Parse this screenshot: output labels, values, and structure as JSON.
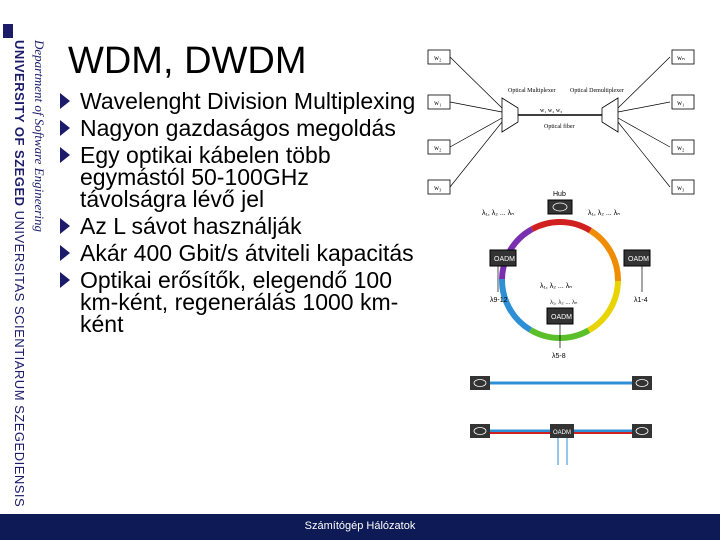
{
  "sidebar": {
    "university_bold": "UNIVERSITY OF SZEGED",
    "university_rest": " UNIVERSITAS SCIENTIARUM SZEGEDIENSIS",
    "department": "Department of Software Engineering"
  },
  "slide": {
    "title": "WDM, DWDM",
    "bullets": [
      "Wavelenght Division Multiplexing",
      "Nagyon gazdaságos megoldás",
      "Egy optikai kábelen több egymástól 50-100GHz távolságra lévő jel",
      "Az L sávot használják",
      "Akár 400 Gbit/s átviteli kapacitás",
      "Optikai erősítők, elegendő 100 km-ként, regenerálás 1000 km-ként"
    ]
  },
  "diagram": {
    "left_channels": [
      "w₂",
      "w₁",
      "w₂",
      "w₃"
    ],
    "right_channels": [
      "wₙ",
      "w₁",
      "w₂",
      "w₃"
    ],
    "mux_label": "Optical Multiplexer",
    "demux_label": "Optical Demultiplexer",
    "fiber_label": "Optical fiber",
    "fiber_lambdas": "w₁ w₂ w₃",
    "hub_label": "Hub",
    "oadm_label": "OADM",
    "ring_labels": [
      "λ₁, λ₂ ... λₙ",
      "λ₁, λ₂ ... λₙ",
      "λ₁, λ₂ ... λₙ",
      "λ₁, λ₂ ... λₙ"
    ],
    "drop_labels": [
      "λ9-12",
      "λ1-4",
      "λ5-8"
    ],
    "colors": {
      "ring": [
        "#e8d400",
        "#5bbf2a",
        "#2d8fd5",
        "#7a2fb0",
        "#d02020",
        "#f08c00"
      ]
    }
  },
  "footer": {
    "text": "Számítógép Hálózatok",
    "color": "#0d1a56"
  }
}
